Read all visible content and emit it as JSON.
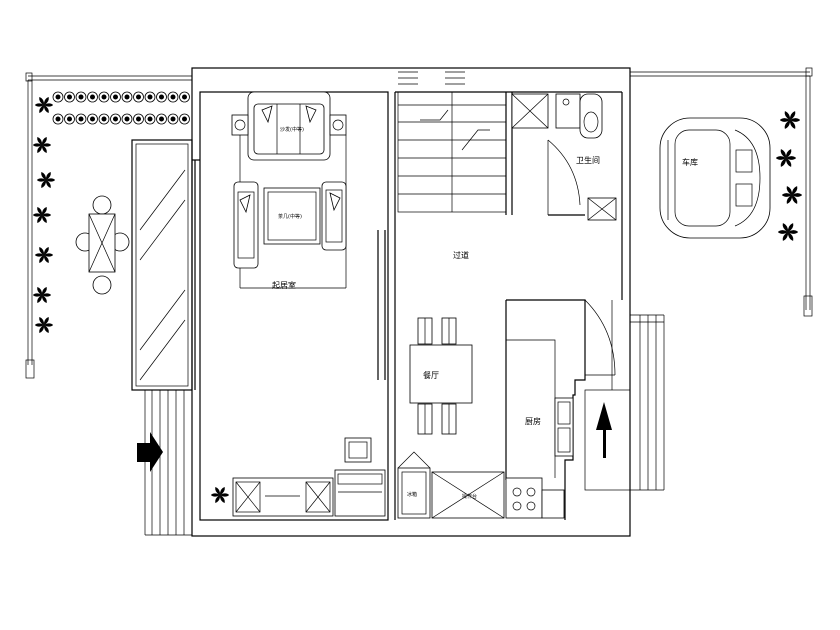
{
  "rooms": {
    "living_room": "起居室",
    "dining_room": "餐厅",
    "kitchen": "厨房",
    "bathroom": "卫生间",
    "corridor": "过道",
    "garage": "车库"
  },
  "fixtures": {
    "sofa": "沙发(中等)",
    "coffee_table": "茶几(中等)",
    "fridge": "冰箱",
    "counter": "操作台"
  },
  "colors": {
    "line": "#000000",
    "background": "#ffffff"
  }
}
